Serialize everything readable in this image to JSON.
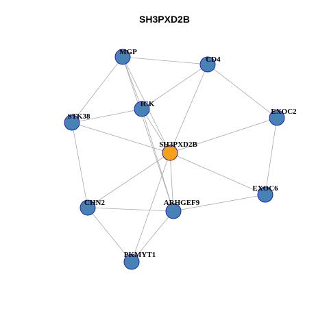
{
  "title": "SH3PXD2B",
  "colors": {
    "hub": "#f5a21b",
    "node": "#4682b4",
    "node_border": "#1f1fc8",
    "edge": "#a9a9a9"
  },
  "nodes": [
    {
      "id": "SH3PXD2B",
      "label": "SH3PXD2B",
      "role": "hub"
    },
    {
      "id": "MGP",
      "label": "MGP",
      "role": "neighbor"
    },
    {
      "id": "CD4",
      "label": "CD4",
      "role": "neighbor"
    },
    {
      "id": "ICK",
      "label": "ICK",
      "role": "neighbor"
    },
    {
      "id": "STK38",
      "label": "STK38",
      "role": "neighbor"
    },
    {
      "id": "EXOC2",
      "label": "EXOC2",
      "role": "neighbor"
    },
    {
      "id": "EXOC6",
      "label": "EXOC6",
      "role": "neighbor"
    },
    {
      "id": "CHN2",
      "label": "CHN2",
      "role": "neighbor"
    },
    {
      "id": "ARHGEF9",
      "label": "ARHGEF9",
      "role": "neighbor"
    },
    {
      "id": "PKMYT1",
      "label": "PKMYT1",
      "role": "neighbor"
    }
  ],
  "edges": [
    [
      "MGP",
      "CD4"
    ],
    [
      "MGP",
      "ICK"
    ],
    [
      "MGP",
      "STK38"
    ],
    [
      "MGP",
      "SH3PXD2B"
    ],
    [
      "MGP",
      "ARHGEF9"
    ],
    [
      "CD4",
      "ICK"
    ],
    [
      "CD4",
      "SH3PXD2B"
    ],
    [
      "CD4",
      "EXOC2"
    ],
    [
      "ICK",
      "STK38"
    ],
    [
      "ICK",
      "SH3PXD2B"
    ],
    [
      "ICK",
      "ARHGEF9"
    ],
    [
      "STK38",
      "SH3PXD2B"
    ],
    [
      "STK38",
      "CHN2"
    ],
    [
      "EXOC2",
      "SH3PXD2B"
    ],
    [
      "EXOC2",
      "EXOC6"
    ],
    [
      "EXOC6",
      "SH3PXD2B"
    ],
    [
      "EXOC6",
      "ARHGEF9"
    ],
    [
      "SH3PXD2B",
      "CHN2"
    ],
    [
      "SH3PXD2B",
      "ARHGEF9"
    ],
    [
      "SH3PXD2B",
      "PKMYT1"
    ],
    [
      "CHN2",
      "ARHGEF9"
    ],
    [
      "CHN2",
      "PKMYT1"
    ],
    [
      "ARHGEF9",
      "PKMYT1"
    ]
  ]
}
